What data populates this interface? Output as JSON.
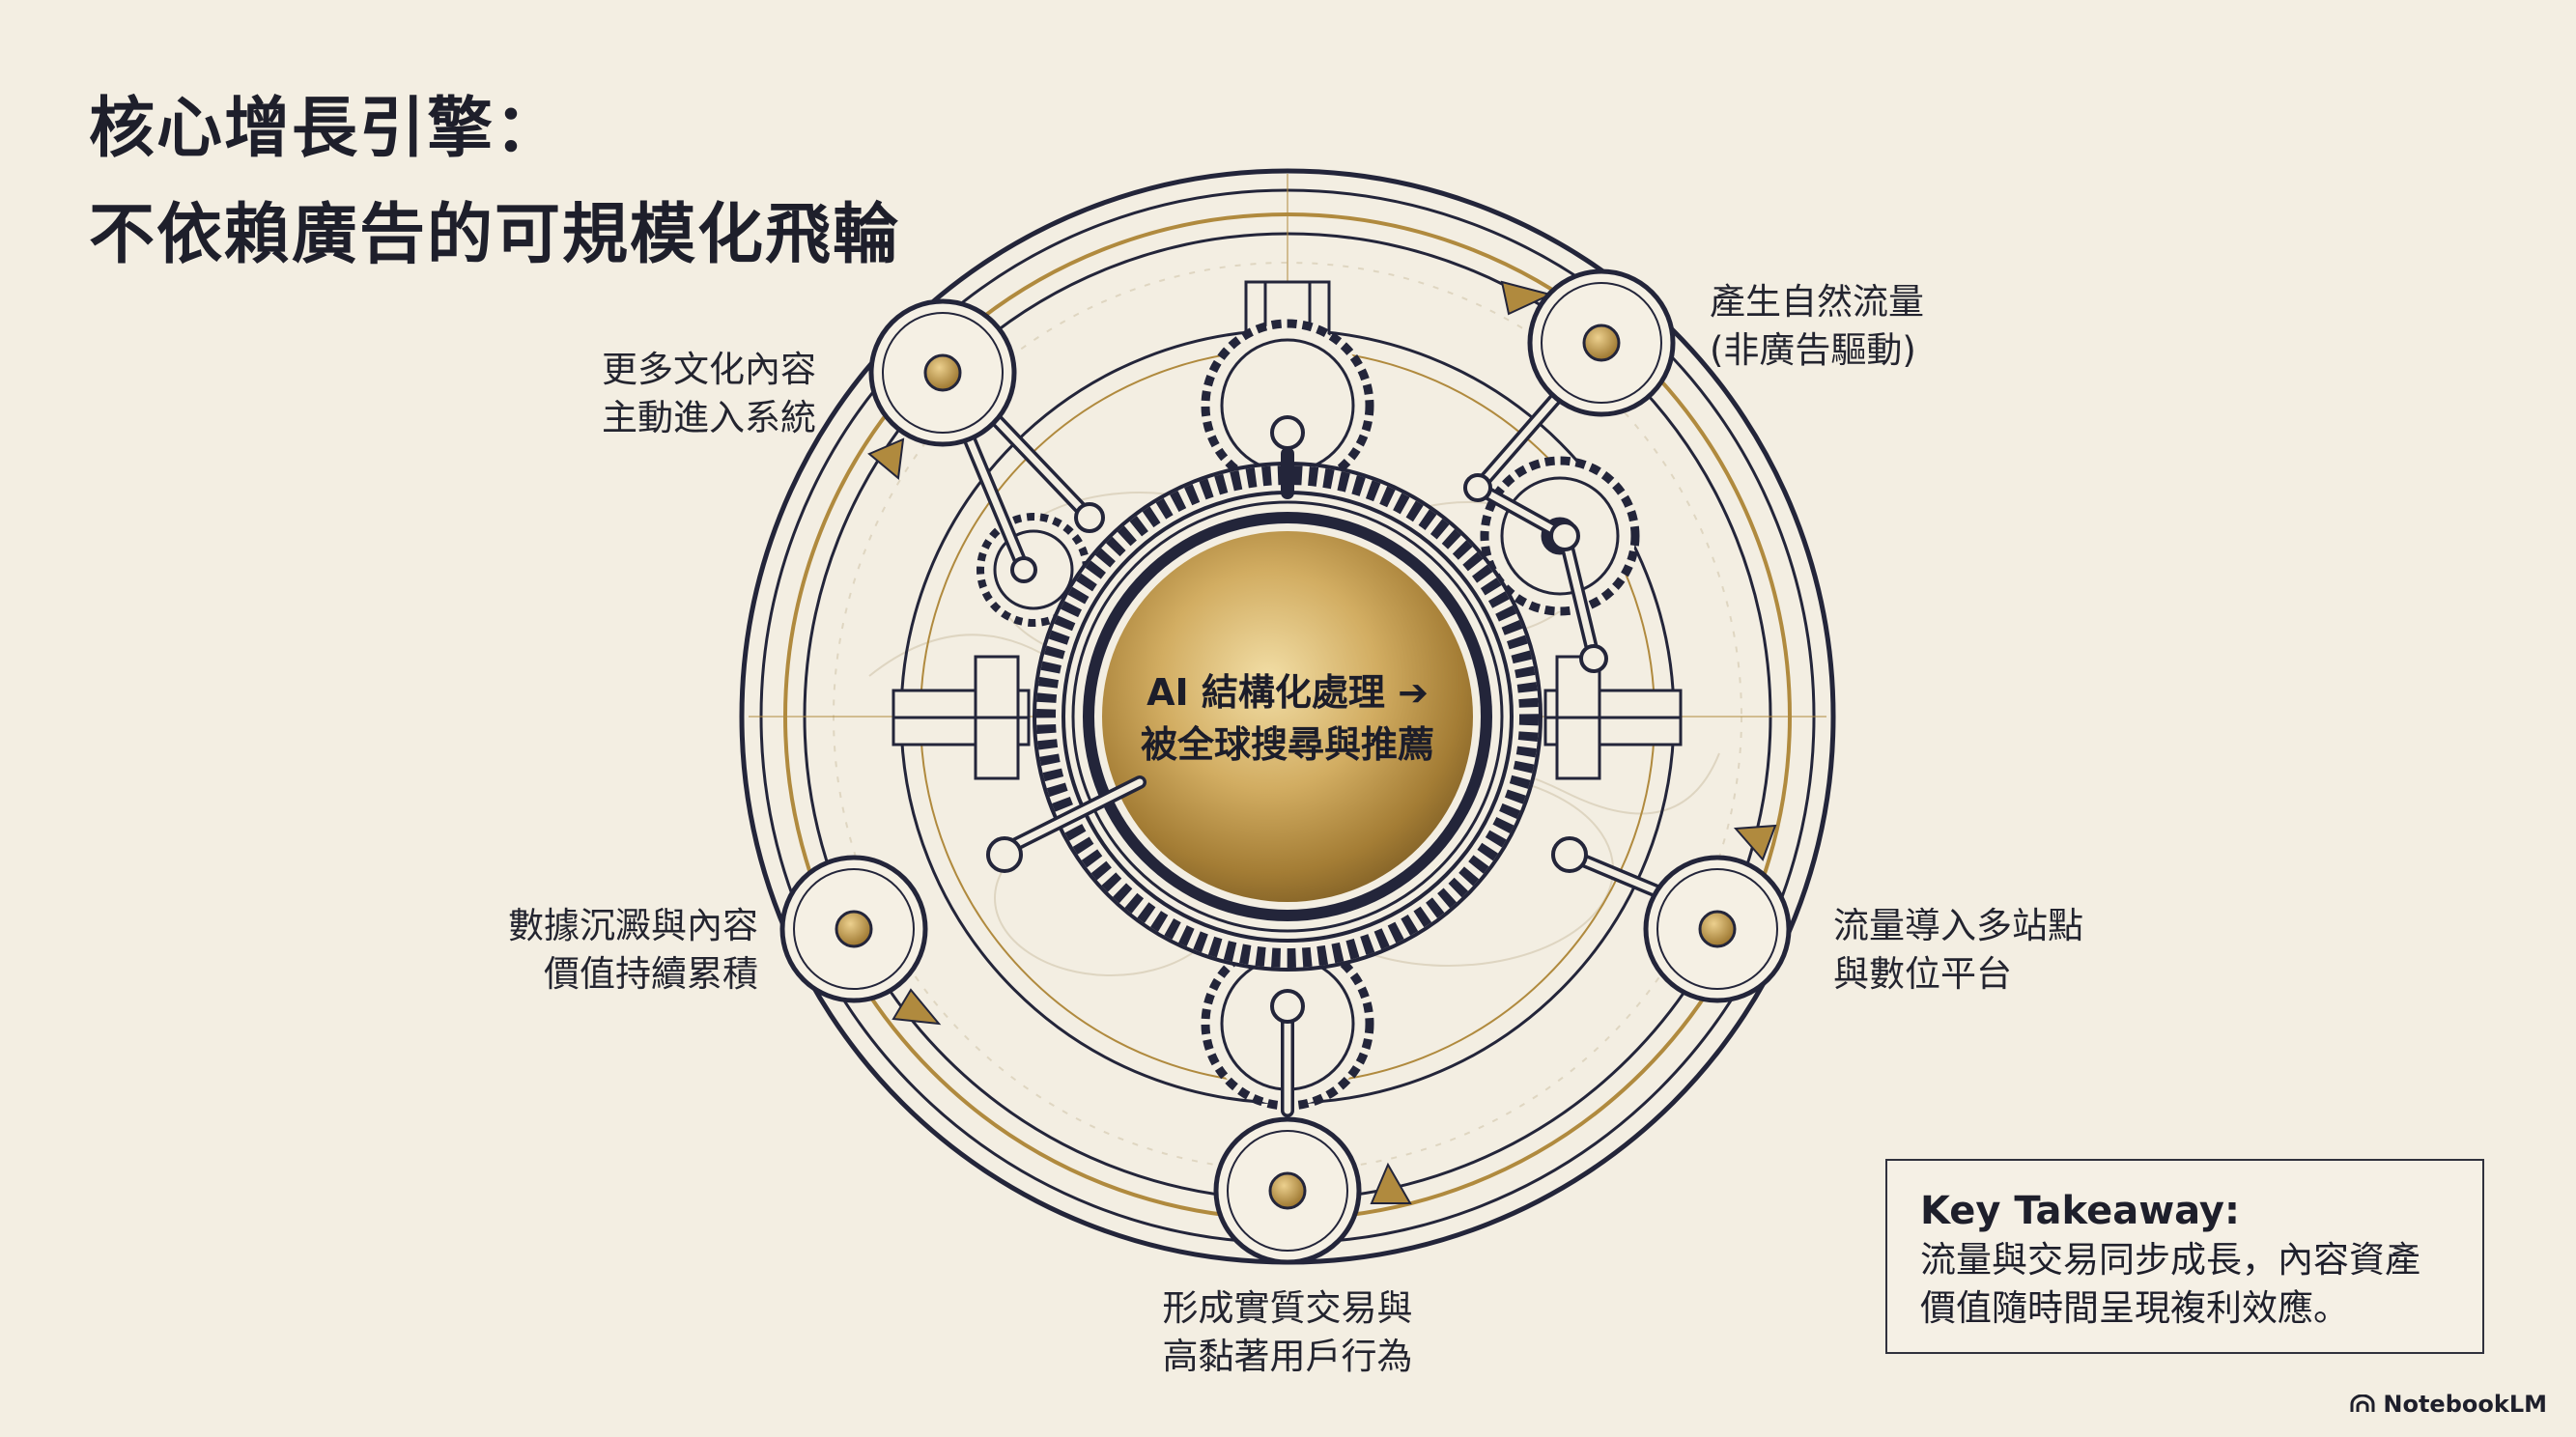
{
  "title": {
    "line1": "核心增長引擎：",
    "line2": "不依賴廣告的可規模化飛輪"
  },
  "center": {
    "line1": "AI 結構化處理 ➔",
    "line2": "被全球搜尋與推薦"
  },
  "nodes": {
    "top_right": {
      "line1": "產生自然流量",
      "line2": "(非廣告驅動)"
    },
    "right": {
      "line1": "流量導入多站點",
      "line2": "與數位平台"
    },
    "bottom": {
      "line1": "形成實質交易與",
      "line2": "高黏著用戶行為"
    },
    "left": {
      "line1": "數據沉澱與內容",
      "line2": "價值持續累積"
    },
    "top_left": {
      "line1": "更多文化內容",
      "line2": "主動進入系統"
    }
  },
  "takeaway": {
    "heading": "Key Takeaway:",
    "line1": "流量與交易同步成長，內容資產",
    "line2": "價值隨時間呈現複利效應。"
  },
  "brand": {
    "name": "NotebookLM",
    "icon": "notebooklm-logo-icon"
  },
  "colors": {
    "background": "#f3eee2",
    "ink": "#23253a",
    "gold": "#b08a3e",
    "gold_light": "#e2c98c"
  }
}
